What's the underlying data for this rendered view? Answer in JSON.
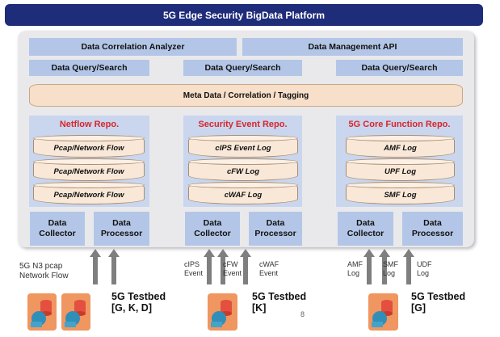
{
  "title": "5G Edge Security BigData Platform",
  "top_row": {
    "analyzer": "Data Correlation Analyzer",
    "management_api": "Data Management API"
  },
  "query_search": [
    "Data Query/Search",
    "Data Query/Search",
    "Data Query/Search"
  ],
  "meta_band": "Meta Data / Correlation / Tagging",
  "repos": [
    {
      "title": "Netflow Repo.",
      "logs": [
        "Pcap/Network Flow",
        "Pcap/Network Flow",
        "Pcap/Network Flow"
      ]
    },
    {
      "title": "Security Event Repo.",
      "logs": [
        "cIPS Event Log",
        "cFW Log",
        "cWAF Log"
      ]
    },
    {
      "title": "5G Core Function Repo.",
      "logs": [
        "AMF Log",
        "UPF Log",
        "SMF Log"
      ]
    }
  ],
  "collector_label": "Data Collector",
  "processor_label": "Data Processor",
  "sources": [
    {
      "labels": [
        "5G N3 pcap",
        "Network Flow"
      ]
    },
    {
      "labels": [
        "cIPS Event",
        "cFW Event",
        "cWAF Event"
      ]
    },
    {
      "labels": [
        "AMF Log",
        "SMF Log",
        "UDF Log"
      ]
    }
  ],
  "testbeds": [
    {
      "name": "5G Testbed",
      "sites": "[G, K, D]"
    },
    {
      "name": "5G Testbed",
      "sites": "[K]"
    },
    {
      "name": "5G Testbed",
      "sites": "[G]"
    }
  ],
  "page_number": "8",
  "colors": {
    "title_bar": "#1f2c7a",
    "panel": "#b4c6e7",
    "repo": "#c9d6ee",
    "repo_title": "#d8262a",
    "cylinder": "#f9e8d7",
    "arrow": "#7f7f7f",
    "server": "#f09660"
  },
  "icons": [
    "server-database-icon"
  ]
}
